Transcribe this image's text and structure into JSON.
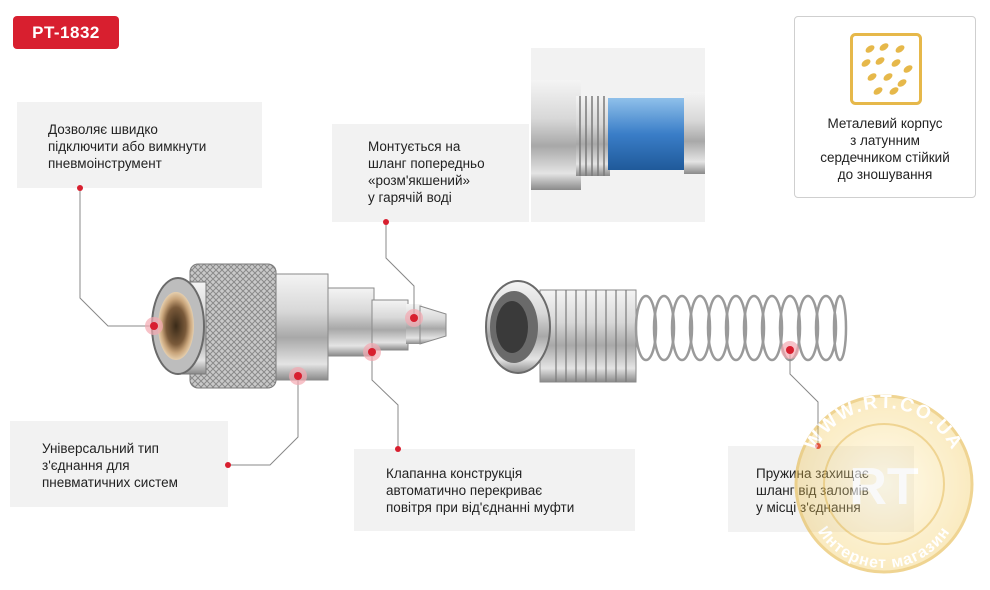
{
  "badge": {
    "code": "PT-1832"
  },
  "callouts": {
    "quick_connect": {
      "lines": [
        "Дозволяє швидко",
        "підключити або вимкнути",
        "пневмоінструмент"
      ]
    },
    "mounting": {
      "lines": [
        "Монтується на",
        "шланг попередньо",
        "«розм'якшений»",
        "у гарячій воді"
      ]
    },
    "universal": {
      "lines": [
        "Універсальний тип",
        "з'єднання для",
        "пневматичних систем"
      ]
    },
    "valve": {
      "lines": [
        "Клапанна конструкція",
        "автоматично перекриває",
        "повітря при від'єднанні муфти"
      ]
    },
    "spring": {
      "lines": [
        "Пружина захищає",
        "шланг від заломів",
        "у місці з'єднання"
      ]
    }
  },
  "feature": {
    "icon": "wheat-grain-icon",
    "lines": [
      "Металевий корпус",
      "з латунним",
      "сердечником стійкий",
      "до зношування"
    ]
  },
  "watermark": {
    "top_text": "WWW.RT.CO.UA",
    "bottom_text": "Интернет магазин",
    "logo_text": "RT"
  },
  "colors": {
    "accent_red": "#d81f2f",
    "callout_bg": "#f2f2f2",
    "gold": "#e6b84a",
    "hose_blue": "#3a7ec8"
  }
}
